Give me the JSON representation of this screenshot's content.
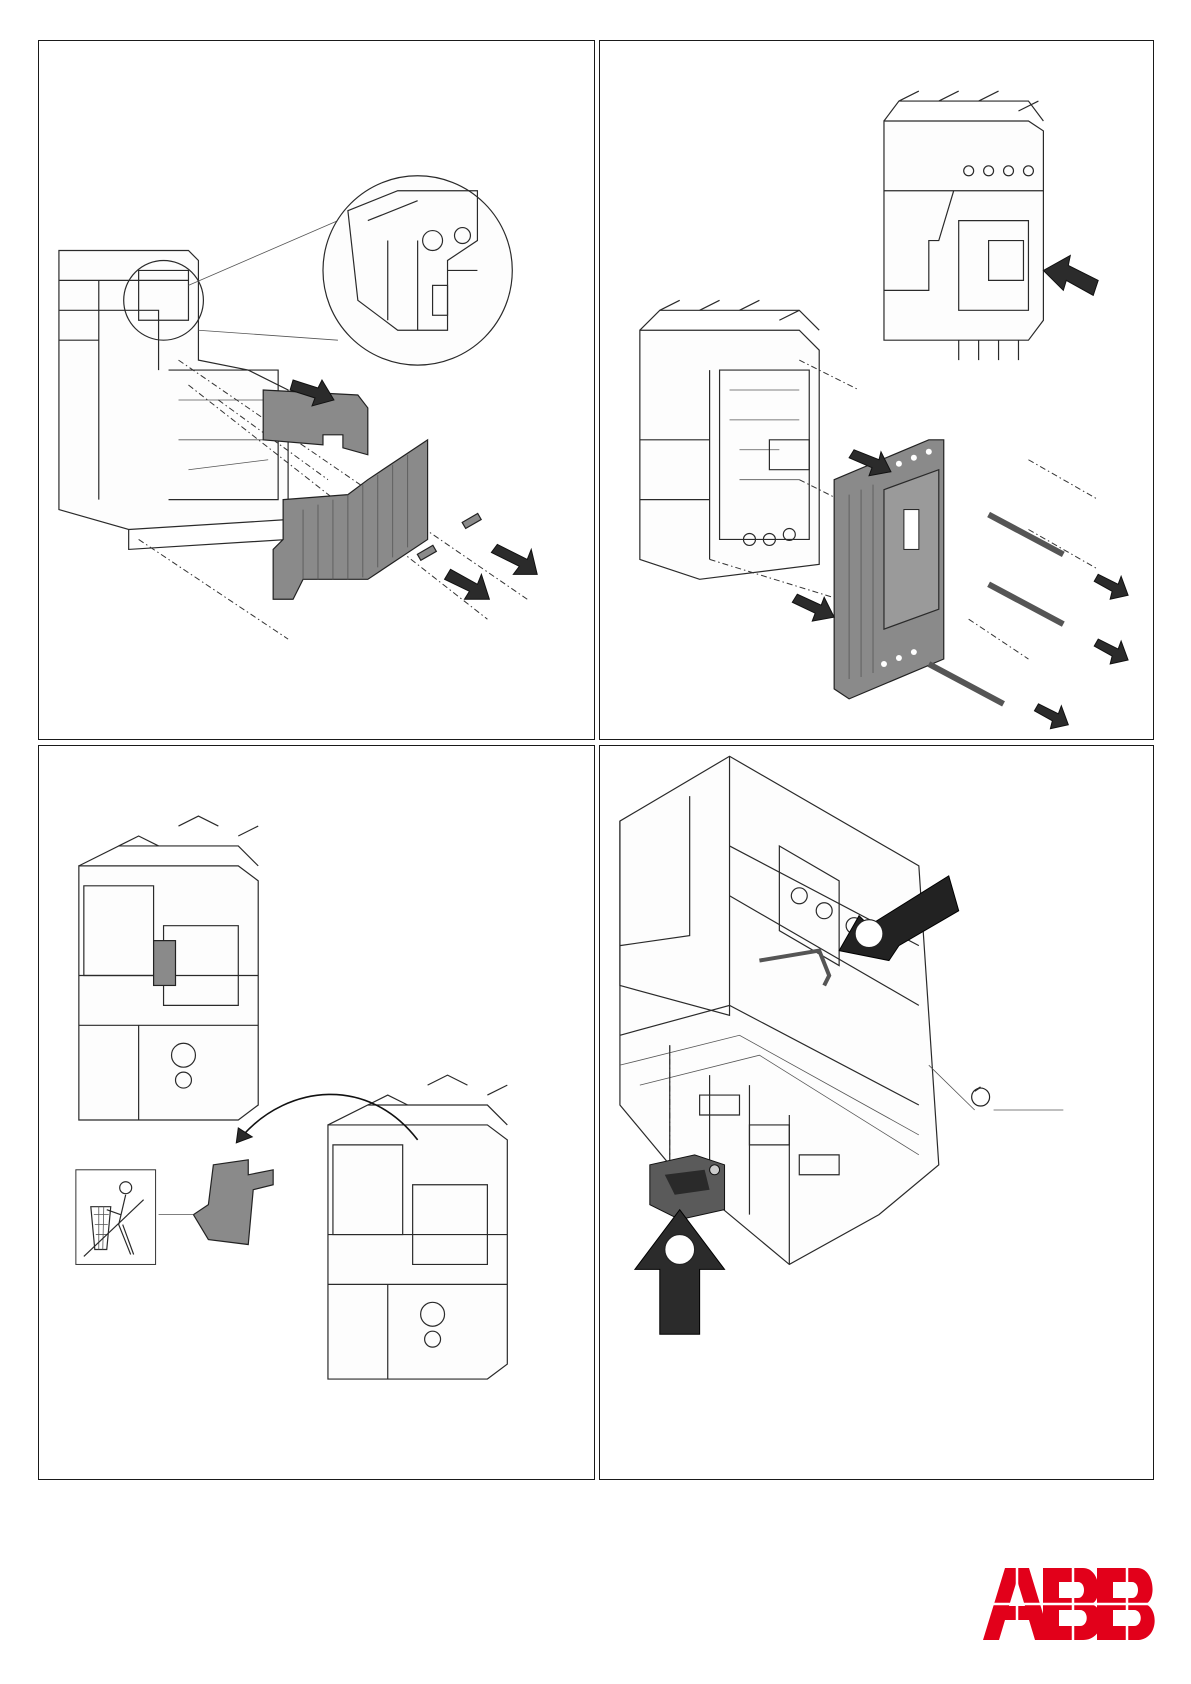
{
  "document": {
    "panels": [
      {
        "id": "step-1"
      },
      {
        "id": "step-2"
      },
      {
        "id": "step-3"
      },
      {
        "id": "step-4"
      }
    ],
    "logo": {
      "text": "ABB",
      "color": "#e2001a"
    }
  },
  "icons": {
    "arrow": "arrow-icon",
    "recycle_bin": "waste-bin-icon",
    "rotate": "rotate-icon",
    "press": "press-arrow-icon"
  }
}
